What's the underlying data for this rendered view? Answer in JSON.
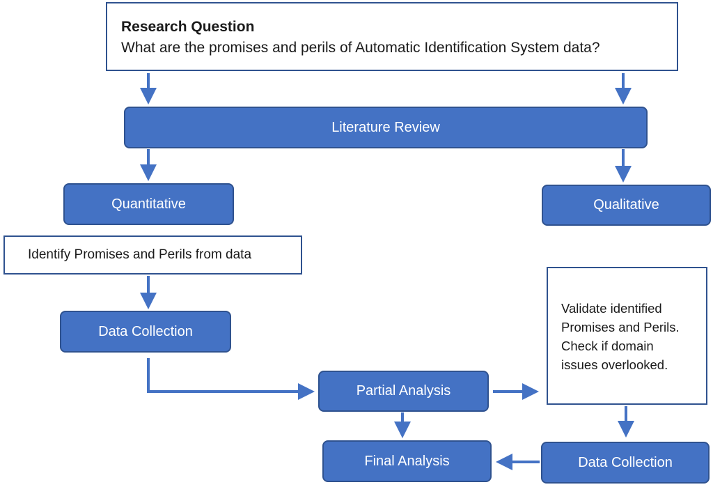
{
  "colors": {
    "box_fill": "#4472c4",
    "box_border": "#2f528f",
    "arrow": "#4472c4",
    "text_dark": "#1a1a1a",
    "text_light": "#ffffff"
  },
  "research_question": {
    "title": "Research Question",
    "text": "What are the promises and perils of Automatic Identification System data?"
  },
  "literature_review": "Literature Review",
  "quantitative": "Quantitative",
  "qualitative": "Qualitative",
  "identify_promises": "Identify Promises and Perils from data",
  "data_collection_left": "Data Collection",
  "partial_analysis": "Partial Analysis",
  "final_analysis": "Final Analysis",
  "data_collection_right": "Data Collection",
  "validate_note": {
    "lines": [
      "Validate identified",
      "Promises and Perils.",
      "Check if domain",
      "issues overlooked."
    ]
  }
}
